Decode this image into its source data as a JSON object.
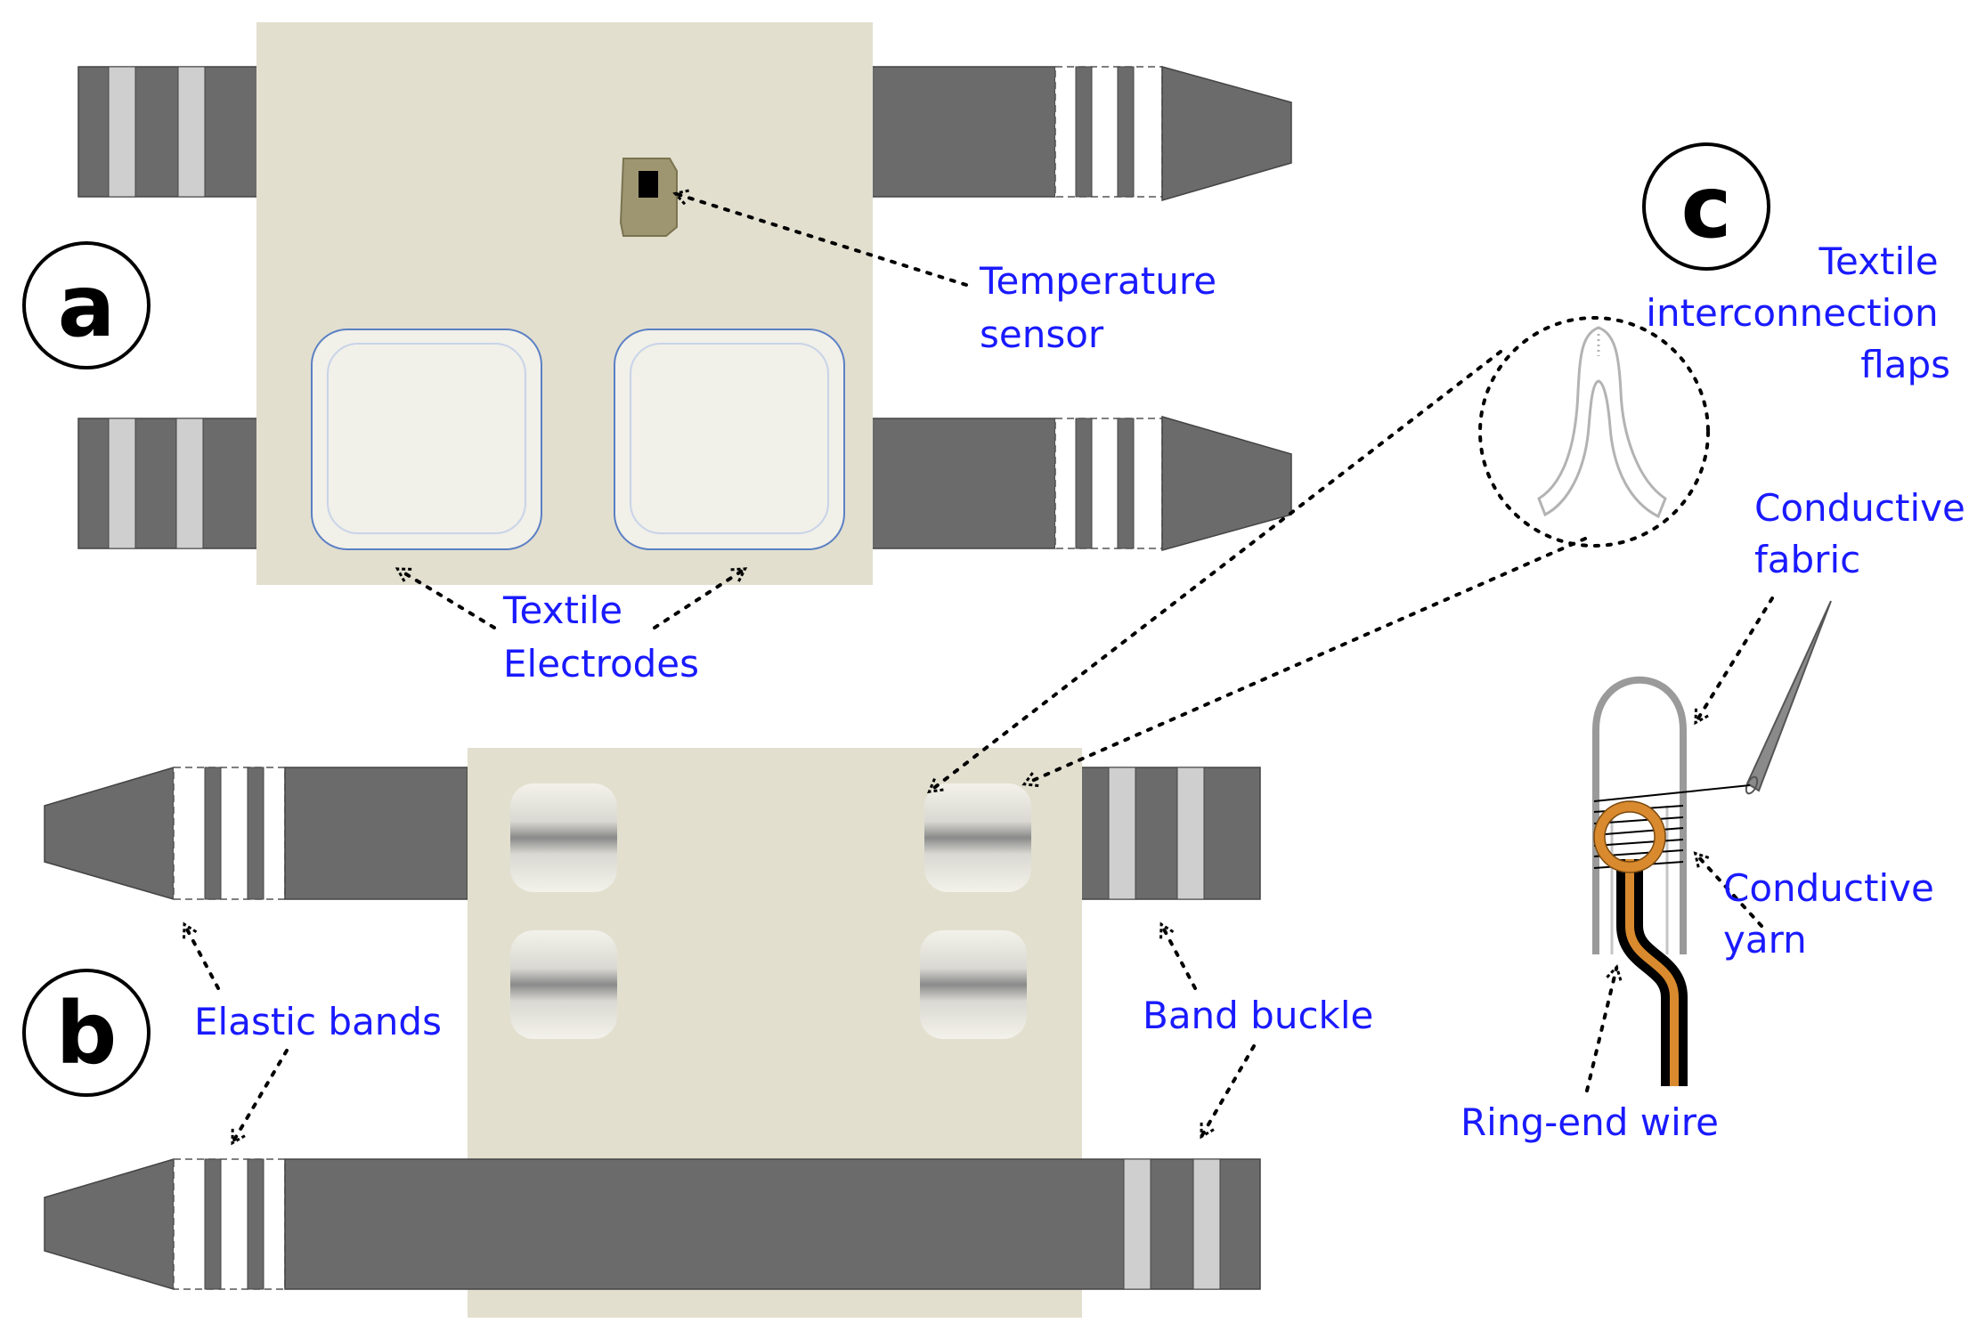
{
  "panels": {
    "a": "a",
    "b": "b",
    "c": "c"
  },
  "labels": {
    "temperature_sensor": [
      "Temperature",
      "sensor"
    ],
    "textile_electrodes": [
      "Textile",
      "Electrodes"
    ],
    "elastic_bands": "Elastic bands",
    "band_buckle": "Band buckle",
    "textile_interconnection_flaps": [
      "Textile",
      "interconnection",
      "flaps"
    ],
    "conductive_fabric": [
      "Conductive",
      "fabric"
    ],
    "conductive_yarn": [
      "Conductive",
      "yarn"
    ],
    "ring_end_wire": "Ring-end wire"
  },
  "colors": {
    "label_text": "#1a1aff",
    "garment_fabric": "#e2dfcf",
    "band_dark": "#6b6b6b",
    "band_light": "#cfcfcf",
    "electrode_fill": "#f1f0e9",
    "electrode_edge": "#5b80c4",
    "sensor_body": "#9e9671",
    "wire_outer": "#000000",
    "wire_inner": "#d98a2e"
  }
}
